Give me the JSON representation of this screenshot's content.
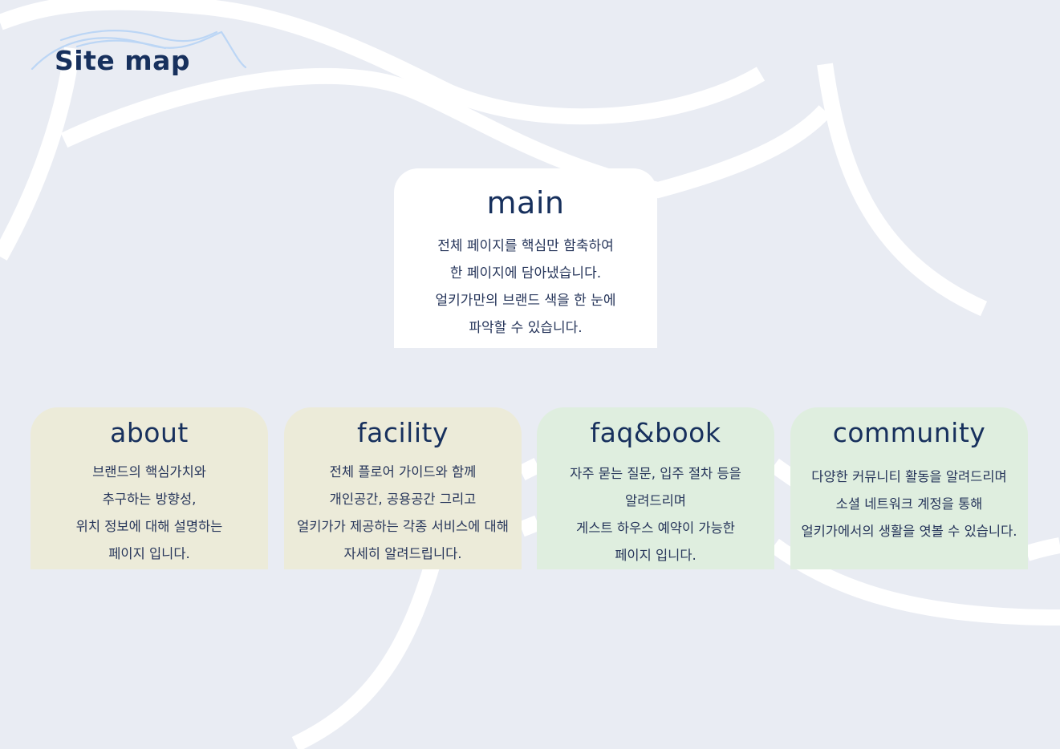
{
  "page": {
    "title": "Site map"
  },
  "colors": {
    "background": "#e9ecf3",
    "curve": "#ffffff",
    "title": "#17305d",
    "main_card": "#ffffff",
    "beige_card": "#ecebd9",
    "green_card": "#dfeedf",
    "accent_wave": "#bcd6f5"
  },
  "main": {
    "title": "main",
    "lines": [
      "전체 페이지를 핵심만 함축하여",
      "한 페이지에 담아냈습니다.",
      "얼키가만의 브랜드 색을 한 눈에",
      "파악할 수 있습니다."
    ]
  },
  "sections": [
    {
      "title": "about",
      "lines": [
        "브랜드의 핵심가치와",
        "추구하는 방향성,",
        "위치 정보에 대해 설명하는",
        "페이지 입니다."
      ]
    },
    {
      "title": "facility",
      "lines": [
        "전체 플로어 가이드와 함께",
        "개인공간, 공용공간 그리고",
        "얼키가가 제공하는 각종 서비스에 대해",
        "자세히 알려드립니다."
      ]
    },
    {
      "title": "faq&book",
      "lines": [
        "자주 묻는 질문, 입주 절차 등을",
        "알려드리며",
        "게스트 하우스 예약이 가능한",
        "페이지 입니다."
      ]
    },
    {
      "title": "community",
      "lines": [
        "다양한 커뮤니티 활동을 알려드리며",
        "소셜 네트워크 계정을 통해",
        "얼키가에서의 생활을 엿볼 수 있습니다."
      ]
    }
  ]
}
